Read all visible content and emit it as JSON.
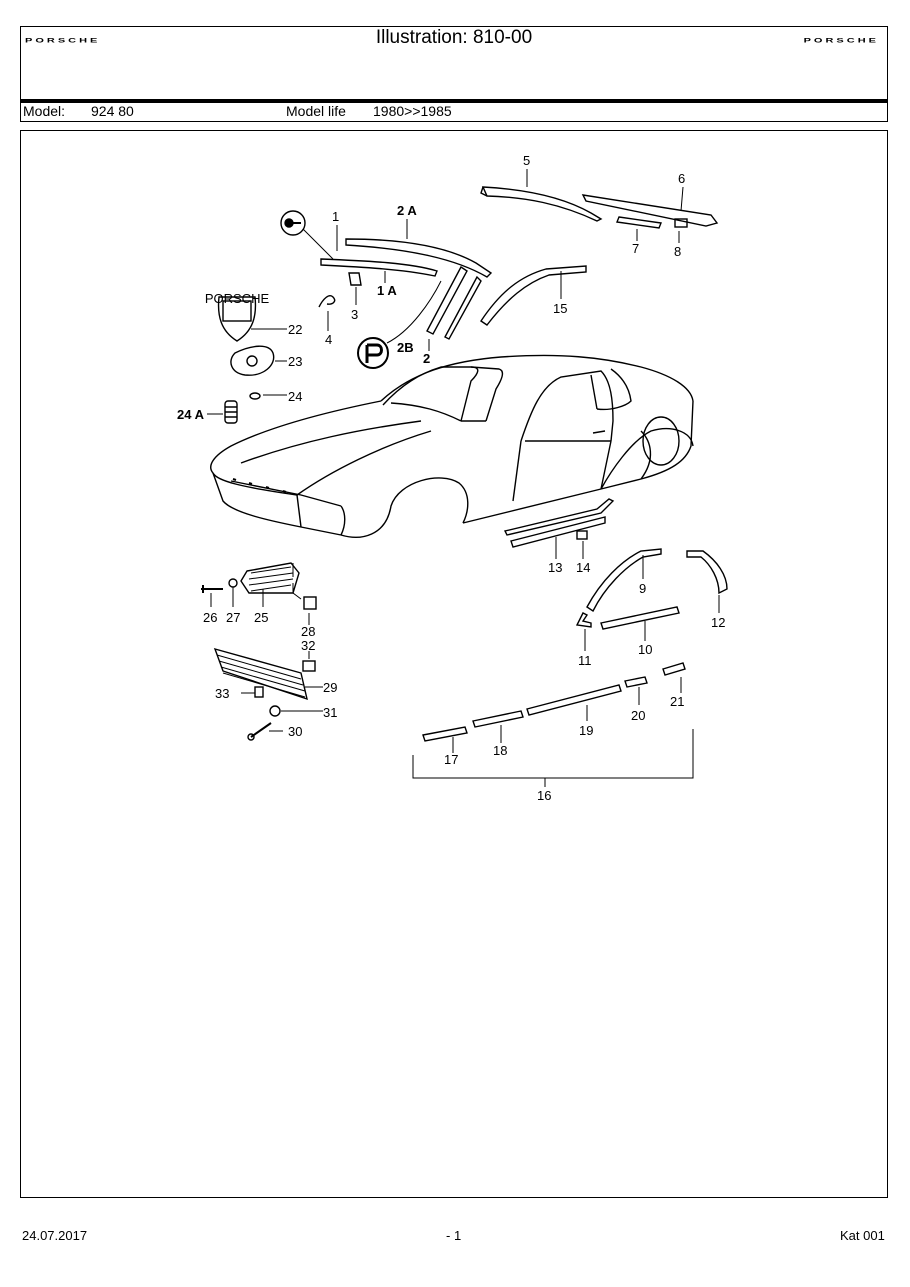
{
  "header": {
    "brand_left": "PORSCHE",
    "brand_right": "PORSCHE",
    "title": "Illustration: 810-00"
  },
  "model_bar": {
    "model_label": "Model:",
    "model_value": "924 80",
    "life_label": "Model life",
    "life_value": "1980>>1985"
  },
  "diagram": {
    "labels": {
      "p1": "1",
      "p1a": "1 A",
      "p2": "2",
      "p2a": "2 A",
      "p2b": "2B",
      "p3": "3",
      "p4": "4",
      "p5": "5",
      "p6": "6",
      "p7": "7",
      "p8": "8",
      "p9": "9",
      "p10": "10",
      "p11": "11",
      "p12": "12",
      "p13": "13",
      "p14": "14",
      "p15": "15",
      "p16": "16",
      "p17": "17",
      "p18": "18",
      "p19": "19",
      "p20": "20",
      "p21": "21",
      "p22": "22",
      "p23": "23",
      "p24": "24",
      "p24a": "24 A",
      "p25": "25",
      "p26": "26",
      "p27": "27",
      "p28": "28",
      "p29": "29",
      "p30": "30",
      "p31": "31",
      "p32": "32",
      "p33": "33"
    },
    "badge_text": "PORSCHE"
  },
  "footer": {
    "date": "24.07.2017",
    "page": "- 1",
    "catalog": "Kat 001"
  }
}
